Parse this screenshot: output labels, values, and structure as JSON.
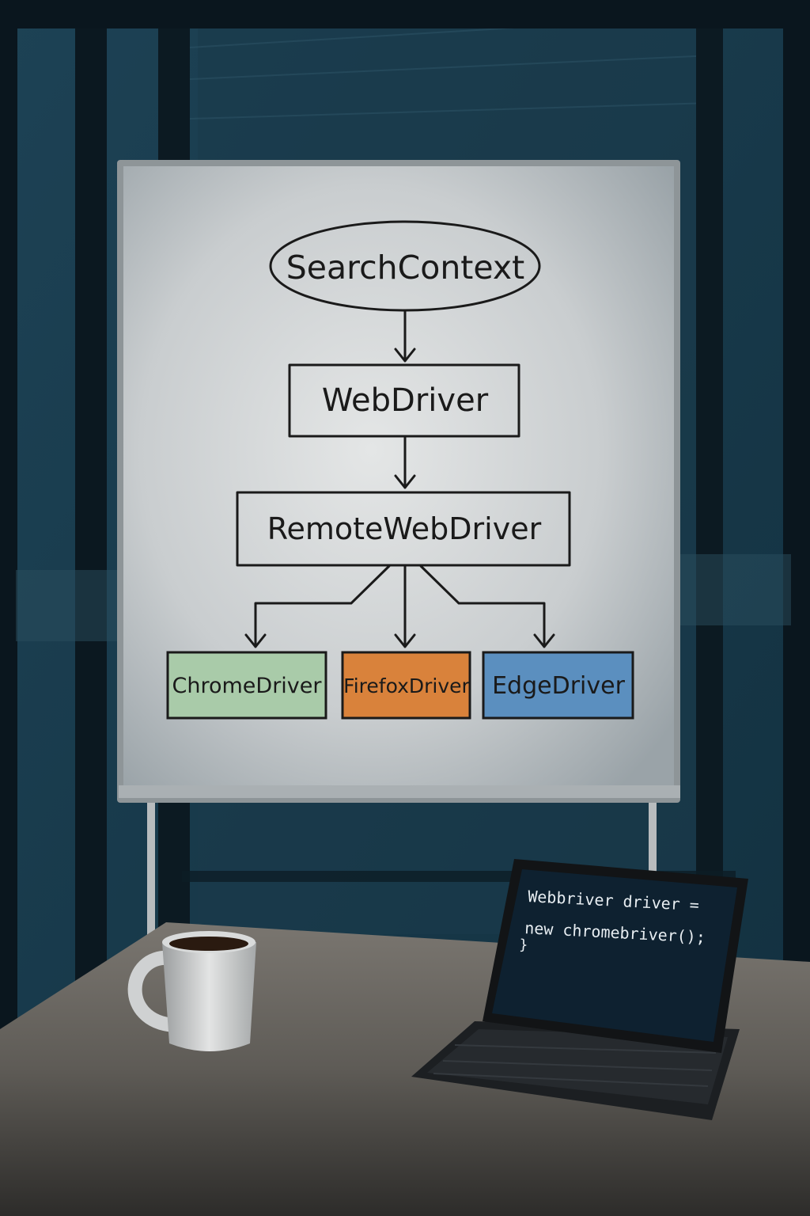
{
  "whiteboard": {
    "diagram": {
      "root": "SearchContext",
      "level1": "WebDriver",
      "level2": "RemoteWebDriver",
      "children": [
        {
          "label": "ChromeDriver",
          "color": "#a9cba9"
        },
        {
          "label": "FirefoxDriver",
          "color": "#d9823b"
        },
        {
          "label": "EdgeDriver",
          "color": "#5b8fbf"
        }
      ]
    }
  },
  "tablet": {
    "code_lines": [
      "Webbriver driver =",
      "new chromebriver();",
      "}"
    ]
  }
}
